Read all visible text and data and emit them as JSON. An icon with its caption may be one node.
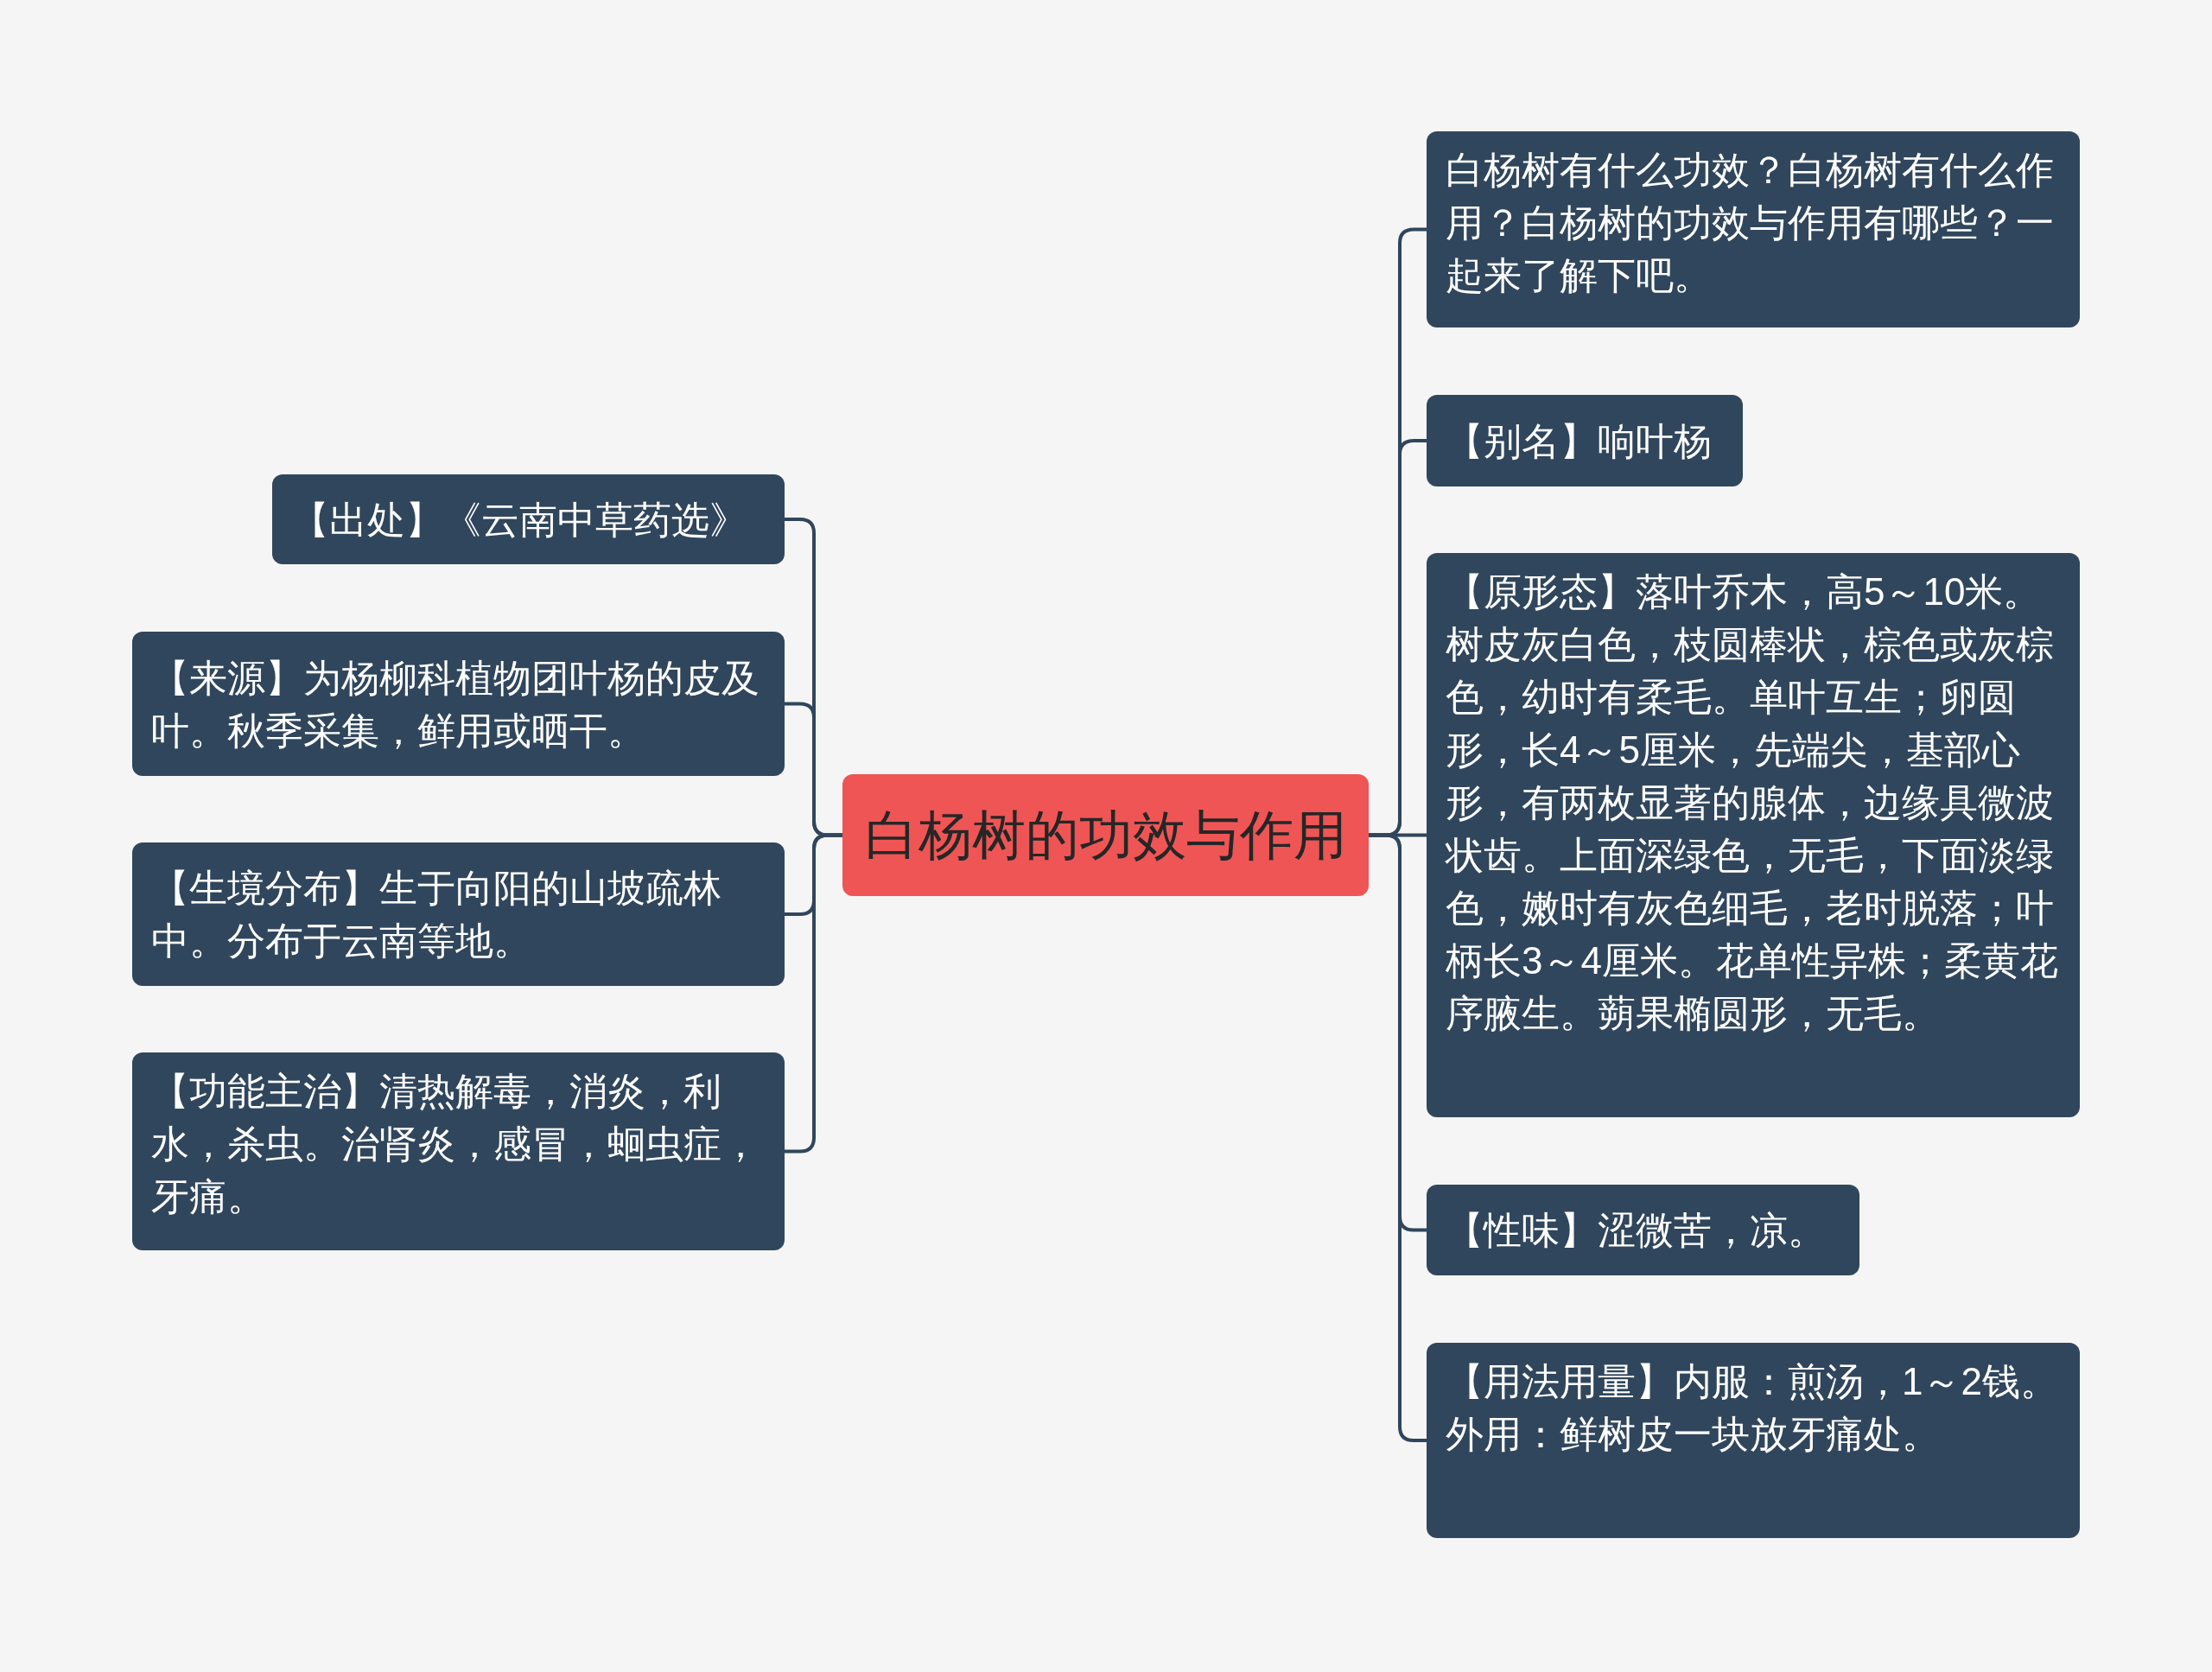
{
  "diagram": {
    "nodes": [
      {
        "text": [
          "白杨树的功效与作用"
        ]
      },
      {
        "text": [
          "【出处】《云南中草药选》"
        ]
      },
      {
        "text": [
          "【来源】为杨柳科植物团叶杨的皮及叶。秋季采集，鲜用或晒干。"
        ]
      },
      {
        "text": [
          "【生境分布】生于向阳的山坡疏林中。分布于云南等地。"
        ]
      },
      {
        "text": [
          "【功能主治】清热解毒，消炎，利水，杀虫。治肾炎，感冒，蛔虫症，牙痛。"
        ]
      },
      {
        "text": [
          "白杨树有什么功效？白杨树有什么作用？白杨树的功效与作用有哪些？一起来了解下吧。"
        ]
      },
      {
        "text": [
          "【别名】响叶杨"
        ]
      },
      {
        "text": [
          "【原形态】落叶乔木，高5～10米。树皮灰白色，枝圆棒状，棕色或灰棕色，幼时有柔毛。单叶互生；卵圆形，长4～5厘米，先端尖，基部心形，有两枚显著的腺体，边缘具微波状齿。上面深绿色，无毛，下面淡绿色，嫩时有灰色细毛，老时脱落；叶柄长3～4厘米。花单性异株；柔黄花序腋生。蒴果椭圆形，无毛。"
        ]
      },
      {
        "text": [
          "【性味】涩微苦，凉。"
        ]
      },
      {
        "text": [
          "【用法用量】内服：煎汤，1～2钱。外用：鲜树皮一块放牙痛处。"
        ]
      }
    ],
    "edges": [
      {
        "from": 0,
        "to": 1,
        "arrow": "none"
      },
      {
        "from": 0,
        "to": 2,
        "arrow": "none"
      },
      {
        "from": 0,
        "to": 3,
        "arrow": "none"
      },
      {
        "from": 0,
        "to": 4,
        "arrow": "none"
      },
      {
        "from": 0,
        "to": 5,
        "arrow": "none"
      },
      {
        "from": 0,
        "to": 6,
        "arrow": "none"
      },
      {
        "from": 0,
        "to": 7,
        "arrow": "none"
      },
      {
        "from": 0,
        "to": 8,
        "arrow": "none"
      },
      {
        "from": 0,
        "to": 9,
        "arrow": "none"
      }
    ]
  }
}
